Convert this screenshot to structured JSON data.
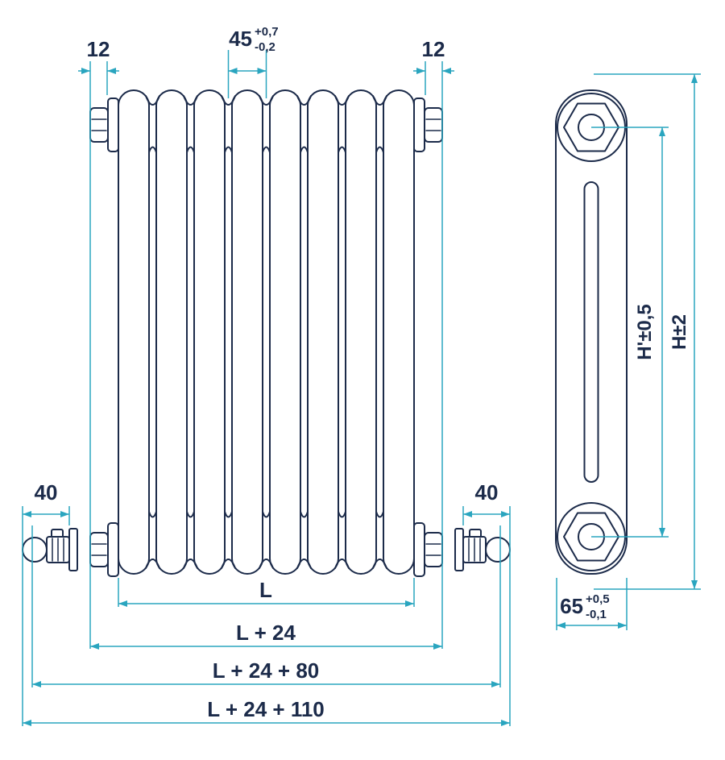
{
  "colors": {
    "ink": "#1c2b4a",
    "dim": "#2aa5bf",
    "bg": "#ffffff"
  },
  "dims": {
    "top": {
      "stub_left": "12",
      "pitch": "45",
      "pitch_plus": "+0,7",
      "pitch_minus": "-0,2",
      "stub_right": "12"
    },
    "bottom": {
      "valve_left": "40",
      "valve_right": "40",
      "length": "L",
      "length_plugs": "L + 24",
      "length_valves": "L + 24 + 80",
      "length_overall": "L + 24 + 110"
    },
    "side": {
      "height_centers": "H'±0,5",
      "height_overall": "H±2",
      "depth": "65",
      "depth_plus": "+0,5",
      "depth_minus": "-0,1"
    }
  }
}
